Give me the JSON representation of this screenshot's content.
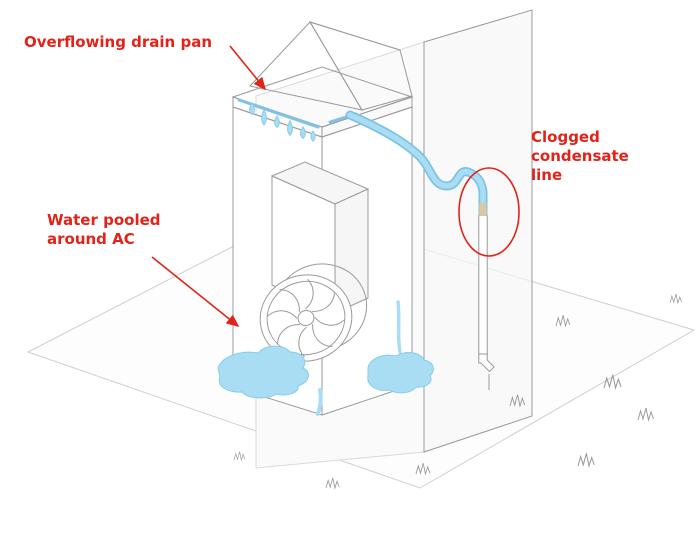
{
  "diagram": {
    "subject": "clogged-ac-condensate-line-illustration",
    "annotations": {
      "drain_pan": {
        "lines": [
          "Overflowing drain pan"
        ]
      },
      "water_pooled": {
        "lines": [
          "Water pooled",
          "around AC"
        ]
      },
      "clogged": {
        "lines": [
          "Clogged",
          "condensate",
          "line"
        ]
      }
    },
    "colors": {
      "annotation_red": "#e2231a",
      "water_blue": "#a9ddf3",
      "water_blue_deep": "#7cc3e4",
      "line_gray": "#9a9a9a",
      "clog_tan": "#d8c9a4"
    }
  }
}
